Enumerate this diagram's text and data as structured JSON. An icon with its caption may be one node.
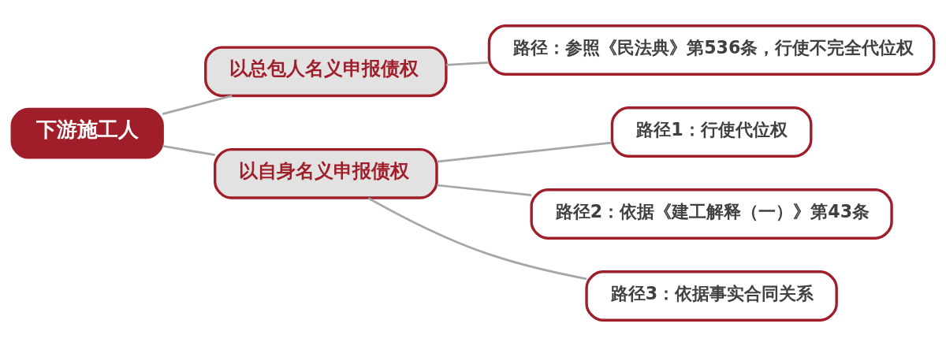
{
  "diagram": {
    "nodes": [
      {
        "text": [
          "下游施工人"
        ]
      },
      {
        "text": [
          "以总包人名义申报债权"
        ]
      },
      {
        "text": [
          "路径：参照《民法典》第536条，行使不完全代位权"
        ]
      },
      {
        "text": [
          "以自身名义申报债权"
        ]
      },
      {
        "text": [
          "路径1：行使代位权"
        ]
      },
      {
        "text": [
          "路径2：依据《建工解释（一）》第43条"
        ]
      },
      {
        "text": [
          "路径3：依据事实合同关系"
        ]
      }
    ],
    "edges": [
      {
        "from": 0,
        "to": 1,
        "arrow": "none"
      },
      {
        "from": 1,
        "to": 2,
        "arrow": "none"
      },
      {
        "from": 0,
        "to": 3,
        "arrow": "none"
      },
      {
        "from": 3,
        "to": 4,
        "arrow": "none"
      },
      {
        "from": 3,
        "to": 5,
        "arrow": "none"
      },
      {
        "from": 3,
        "to": 6,
        "arrow": "none"
      }
    ]
  }
}
